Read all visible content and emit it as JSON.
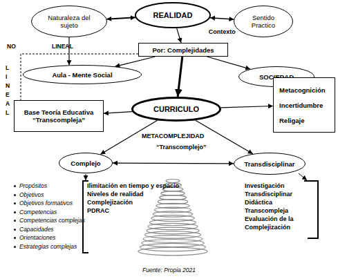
{
  "diagram": {
    "caption": "Fuente: Propia 2021",
    "nodes": [
      {
        "text": [
          "Naturaleza del sujeto"
        ]
      },
      {
        "text": [
          "REALIDAD"
        ]
      },
      {
        "text": [
          "Sentido Practico"
        ]
      },
      {
        "text": [
          "Por: Complejidades"
        ]
      },
      {
        "text": [
          "Aula - Mente Social"
        ]
      },
      {
        "text": [
          "SOCIEDAD"
        ]
      },
      {
        "text": [
          "Base Teoría Educativa “Transcompleja”"
        ]
      },
      {
        "text": [
          "CURRICULO"
        ]
      },
      {
        "text": [
          "Metacognición",
          "Incertidumbre",
          "Religaje"
        ]
      },
      {
        "text": [
          "Complejo"
        ]
      },
      {
        "text": [
          "Transdisciplinar"
        ]
      }
    ],
    "edges": [
      {
        "from": 0,
        "to": 1,
        "arrow": "both"
      },
      {
        "from": 1,
        "to": 2,
        "label": "Contexto",
        "arrow": "both"
      },
      {
        "from": 0,
        "to": 4,
        "arrow": "to"
      },
      {
        "from": 1,
        "to": 3,
        "arrow": "to"
      },
      {
        "from": 3,
        "to": 4,
        "arrow": "to"
      },
      {
        "from": 3,
        "to": 5,
        "arrow": "to"
      },
      {
        "from": 3,
        "to": 7,
        "arrow": "to"
      },
      {
        "from": 3,
        "to": 6,
        "arrow": "none"
      },
      {
        "from": 7,
        "to": 6,
        "arrow": "to"
      },
      {
        "from": 7,
        "to": 8,
        "arrow": "to"
      },
      {
        "from": 7,
        "to": 9,
        "arrow": "to"
      },
      {
        "from": 7,
        "to": 10,
        "arrow": "to"
      },
      {
        "from": 9,
        "to": 10,
        "arrow": "both"
      }
    ],
    "labels": [
      "NO",
      "LINEAL",
      "LINEAL",
      "METACOMPLEJIDAD",
      "“Transcomplejo”",
      "Propósitos",
      "Objetivos",
      "Objetivos formativos",
      "Competencias",
      "Competencias complejas",
      "Capacidades",
      "Orientaciones",
      "Estrategias complejas",
      "Ilimitación en tiempo y espacio",
      "Niveles de realidad",
      "Complejización",
      "PDRAC",
      "Investigación Transdisciplinar",
      "Didáctica Transcompleja",
      "Evaluación de la Complejización"
    ]
  }
}
